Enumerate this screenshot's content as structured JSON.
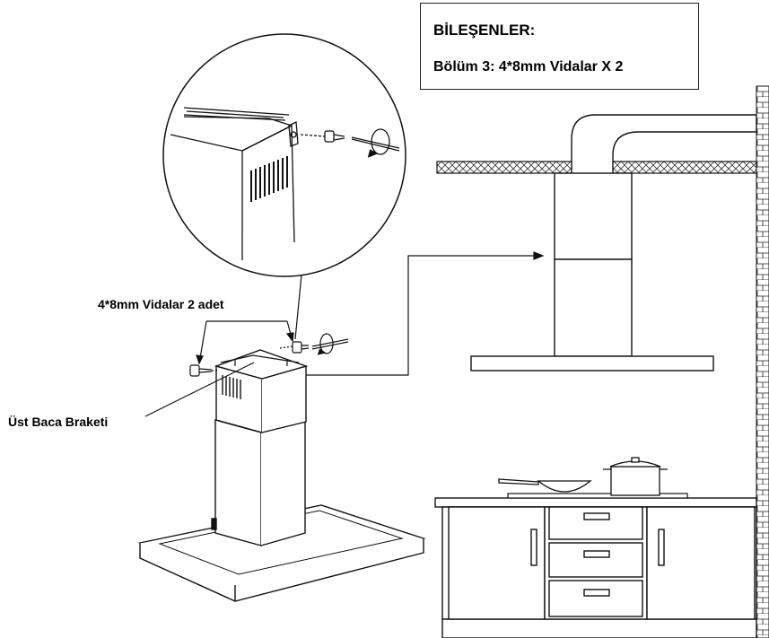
{
  "components": {
    "title": "BİLEŞENLER:",
    "part_line": "Bölüm 3: 4*8mm Vidalar X 2"
  },
  "callouts": {
    "screws": "4*8mm Vidalar 2 adet",
    "bracket": "Üst Baca Braketi"
  },
  "colors": {
    "line": "#111111",
    "background": "#ffffff",
    "hatch": "#333333"
  }
}
